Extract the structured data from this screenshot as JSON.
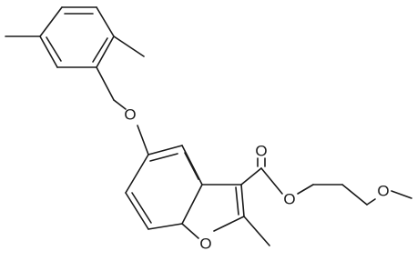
{
  "molecule": {
    "atoms": {
      "ether_oxygen": "O",
      "carbonyl_oxygen": "O",
      "ester_oxygen": "O",
      "methoxy_oxygen": "O",
      "ring_oxygen": "O"
    }
  },
  "colors": {
    "bond": "#1a1a1a",
    "label": "#1a1a1a",
    "background": "#ffffff"
  }
}
